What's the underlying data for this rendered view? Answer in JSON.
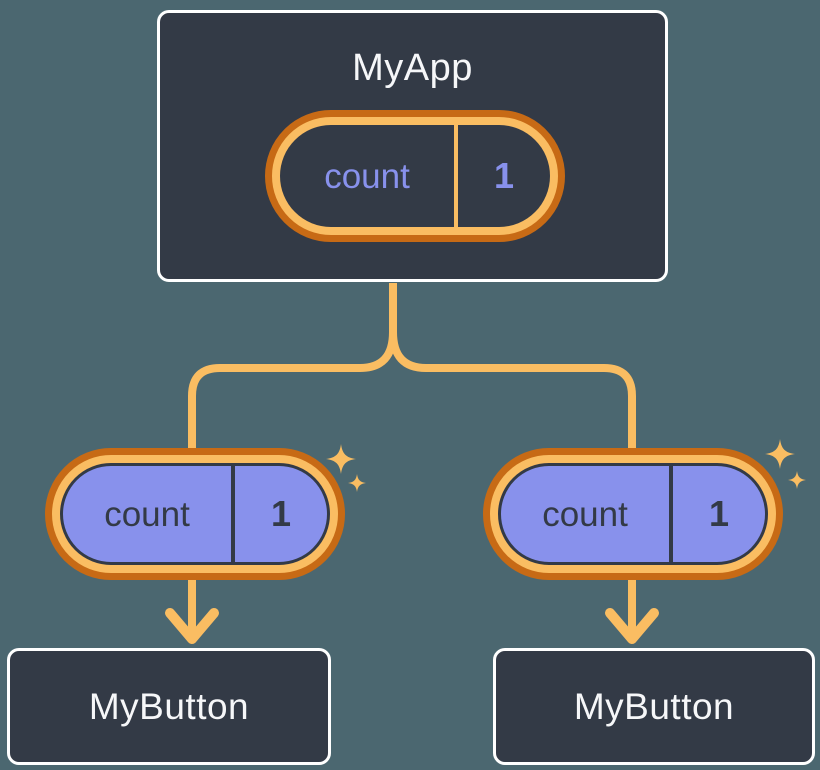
{
  "colors": {
    "background": "#4B6770",
    "node_fill": "#333A46",
    "node_border": "#FFFFFF",
    "text_light": "#F6F7F9",
    "text_dark": "#333A46",
    "accent_amber": "#FABD62",
    "accent_orange_dark": "#C76A15",
    "state_purple": "#8891EC"
  },
  "diagram": {
    "root": {
      "title": "MyApp",
      "state": {
        "name": "count",
        "value": "1"
      }
    },
    "children": [
      {
        "title": "MyButton",
        "state": {
          "name": "count",
          "value": "1"
        }
      },
      {
        "title": "MyButton",
        "state": {
          "name": "count",
          "value": "1"
        }
      }
    ]
  }
}
